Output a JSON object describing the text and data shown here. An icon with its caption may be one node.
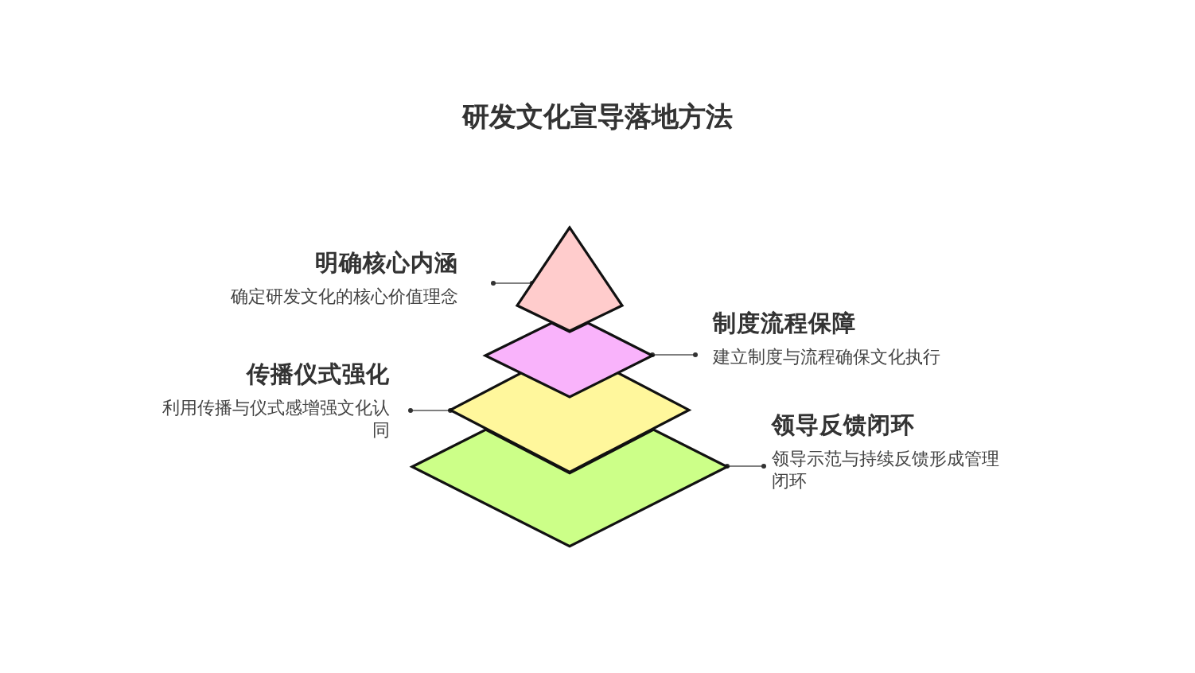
{
  "diagram": {
    "title": "研发文化宣导落地方法",
    "nodes": [
      {
        "text": [
          "明确核心内涵",
          "确定研发文化的核心价值理念"
        ]
      },
      {
        "text": [],
        "shape": "kite"
      },
      {
        "text": [
          "制度流程保障",
          "建立制度与流程确保文化执行"
        ]
      },
      {
        "text": [],
        "shape": "diamond"
      },
      {
        "text": [
          "传播仪式强化",
          "利用传播与仪式感增强文化认同"
        ]
      },
      {
        "text": [],
        "shape": "diamond"
      },
      {
        "text": [
          "领导反馈闭环",
          "领导示范与持续反馈形成管理闭环"
        ]
      },
      {
        "text": [],
        "shape": "diamond"
      }
    ],
    "edges": [
      {
        "from": 0,
        "to": 1,
        "arrow": "other"
      },
      {
        "from": 2,
        "to": 3,
        "arrow": "other"
      },
      {
        "from": 4,
        "to": 5,
        "arrow": "other"
      },
      {
        "from": 6,
        "to": 7,
        "arrow": "other"
      }
    ]
  }
}
